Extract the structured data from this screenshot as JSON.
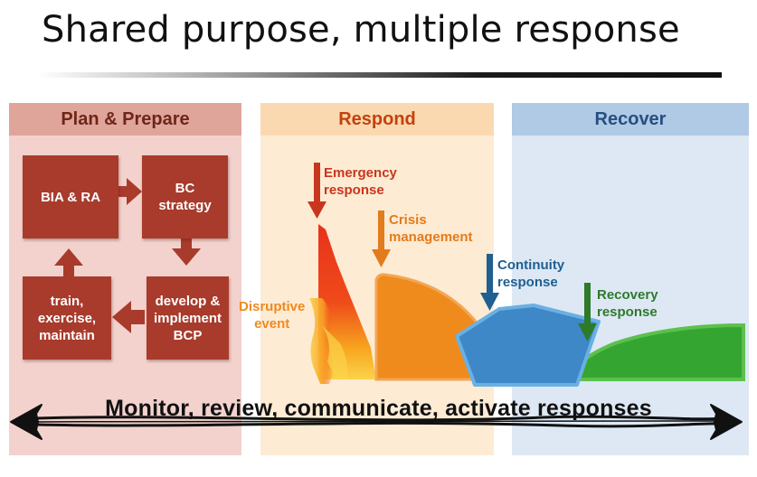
{
  "title": "Shared purpose, multiple response",
  "phases": {
    "plan": "Plan & Prepare",
    "respond": "Respond",
    "recover": "Recover"
  },
  "cycle": {
    "bia_ra": "BIA & RA",
    "bc_strategy": "BC\nstrategy",
    "develop_bcp": "develop &\nimplement\nBCP",
    "train": "train,\nexercise,\nmaintain"
  },
  "responses": {
    "emergency": "Emergency\nresponse",
    "crisis": "Crisis\nmanagement",
    "disruptive": "Disruptive\nevent",
    "continuity": "Continuity\nresponse",
    "recovery": "Recovery\nresponse"
  },
  "colors": {
    "emergency": "#c8361d",
    "crisis": "#e27b1c",
    "disruptive": "#ef8a1e",
    "continuity": "#1f5f92",
    "recovery": "#2e7a2b"
  },
  "footer": "Monitor, review, communicate, activate responses"
}
